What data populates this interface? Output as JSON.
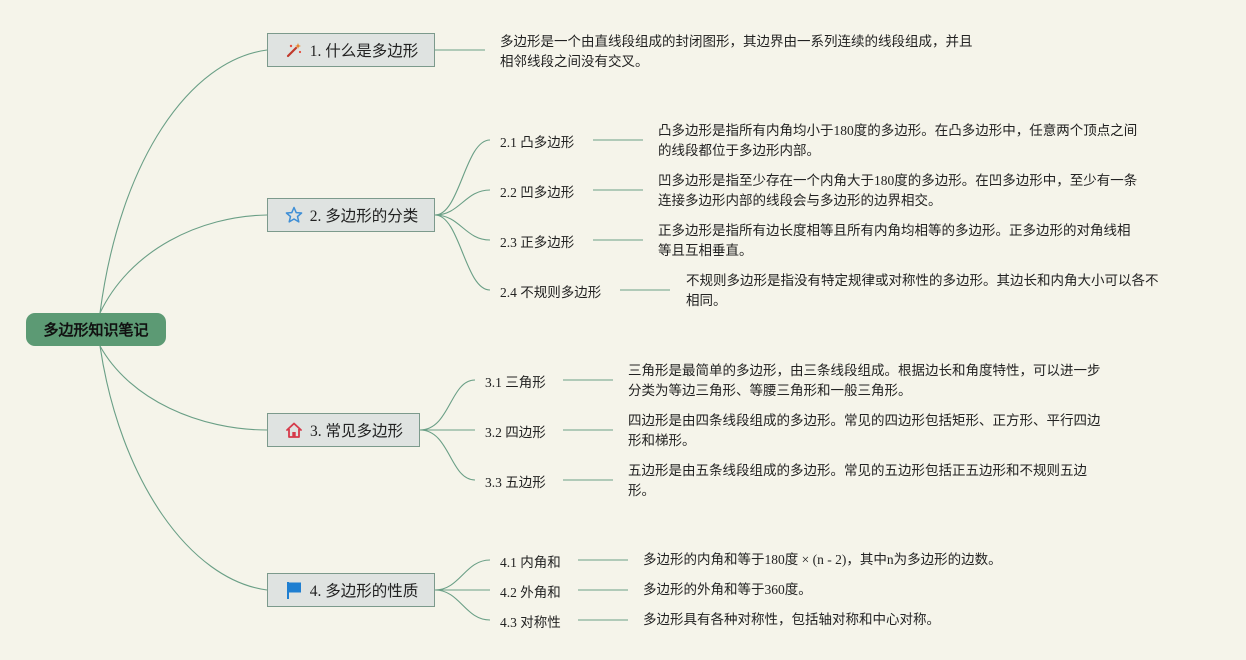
{
  "root": {
    "label": "多边形知识笔记"
  },
  "branches": [
    {
      "label": "1. 什么是多边形",
      "icon": "magic-wand-icon",
      "desc_lines": [
        "多边形是一个由直线段组成的封闭图形，其边界由一系列连续的线段组成，并且",
        "相邻线段之间没有交叉。"
      ]
    },
    {
      "label": "2. 多边形的分类",
      "icon": "star-icon",
      "children": [
        {
          "label": "2.1 凸多边形",
          "desc_lines": [
            "凸多边形是指所有内角均小于180度的多边形。在凸多边形中，任意两个顶点之间",
            "的线段都位于多边形内部。"
          ]
        },
        {
          "label": "2.2 凹多边形",
          "desc_lines": [
            "凹多边形是指至少存在一个内角大于180度的多边形。在凹多边形中，至少有一条",
            "连接多边形内部的线段会与多边形的边界相交。"
          ]
        },
        {
          "label": "2.3 正多边形",
          "desc_lines": [
            "正多边形是指所有边长度相等且所有内角均相等的多边形。正多边形的对角线相",
            "等且互相垂直。"
          ]
        },
        {
          "label": "2.4 不规则多边形",
          "desc_lines": [
            "不规则多边形是指没有特定规律或对称性的多边形。其边长和内角大小可以各不",
            "相同。"
          ]
        }
      ]
    },
    {
      "label": "3. 常见多边形",
      "icon": "home-icon",
      "children": [
        {
          "label": "3.1 三角形",
          "desc_lines": [
            "三角形是最简单的多边形，由三条线段组成。根据边长和角度特性，可以进一步",
            "分类为等边三角形、等腰三角形和一般三角形。"
          ]
        },
        {
          "label": "3.2 四边形",
          "desc_lines": [
            "四边形是由四条线段组成的多边形。常见的四边形包括矩形、正方形、平行四边",
            "形和梯形。"
          ]
        },
        {
          "label": "3.3 五边形",
          "desc_lines": [
            "五边形是由五条线段组成的多边形。常见的五边形包括正五边形和不规则五边",
            "形。"
          ]
        }
      ]
    },
    {
      "label": "4. 多边形的性质",
      "icon": "flag-icon",
      "children": [
        {
          "label": "4.1 内角和",
          "desc_lines": [
            "多边形的内角和等于180度 × (n - 2)，其中n为多边形的边数。"
          ]
        },
        {
          "label": "4.2 外角和",
          "desc_lines": [
            "多边形的外角和等于360度。"
          ]
        },
        {
          "label": "4.3 对称性",
          "desc_lines": [
            "多边形具有各种对称性，包括轴对称和中心对称。"
          ]
        }
      ]
    }
  ],
  "colors": {
    "root": "#5c9a74",
    "link": "#6a9f86",
    "branch_fill": "#dfe3e1",
    "background": "#f5f4ea"
  }
}
